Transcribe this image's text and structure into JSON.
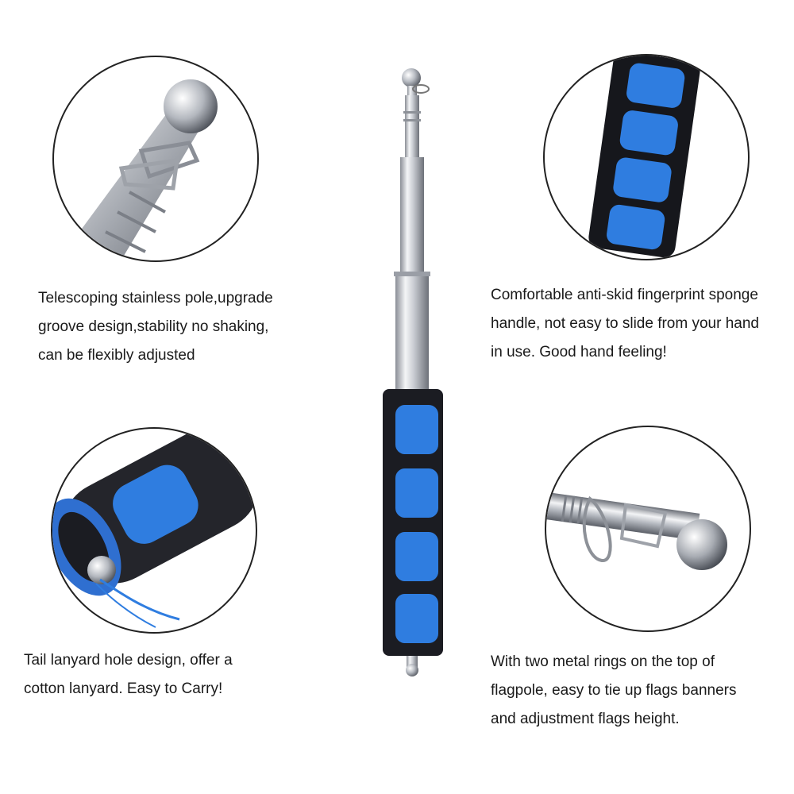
{
  "captions": {
    "top_left": {
      "lines": [
        "Telescoping stainless pole,upgrade",
        "groove design,stability no shaking,",
        "can be flexibly adjusted"
      ]
    },
    "top_right": {
      "lines": [
        "Comfortable anti-skid fingerprint sponge",
        "handle, not easy to slide from your hand",
        "in use. Good hand feeling!"
      ]
    },
    "bottom_left": {
      "lines": [
        "Tail lanyard hole design, offer a",
        "cotton lanyard. Easy to Carry!"
      ]
    },
    "bottom_right": {
      "lines": [
        "With two metal rings on the top of",
        "flagpole, easy to tie up flags banners",
        "and adjustment flags height."
      ]
    }
  },
  "colors": {
    "handle_blue": "#2f7de0",
    "handle_black": "#1b1c22",
    "steel": "#c9ccd2"
  }
}
